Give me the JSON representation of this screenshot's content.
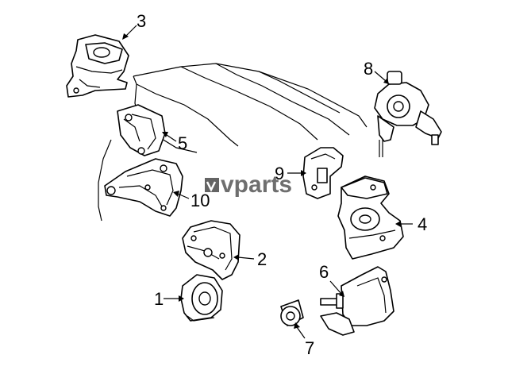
{
  "diagram": {
    "callouts": [
      {
        "id": "1",
        "label": "1"
      },
      {
        "id": "2",
        "label": "2"
      },
      {
        "id": "3",
        "label": "3"
      },
      {
        "id": "4",
        "label": "4"
      },
      {
        "id": "5",
        "label": "5"
      },
      {
        "id": "6",
        "label": "6"
      },
      {
        "id": "7",
        "label": "7"
      },
      {
        "id": "8",
        "label": "8"
      },
      {
        "id": "9",
        "label": "9"
      },
      {
        "id": "10",
        "label": "10"
      }
    ]
  },
  "watermark": {
    "text": "vparts",
    "colors": {
      "logo": "#4a4a4a",
      "text": "#555555"
    }
  }
}
